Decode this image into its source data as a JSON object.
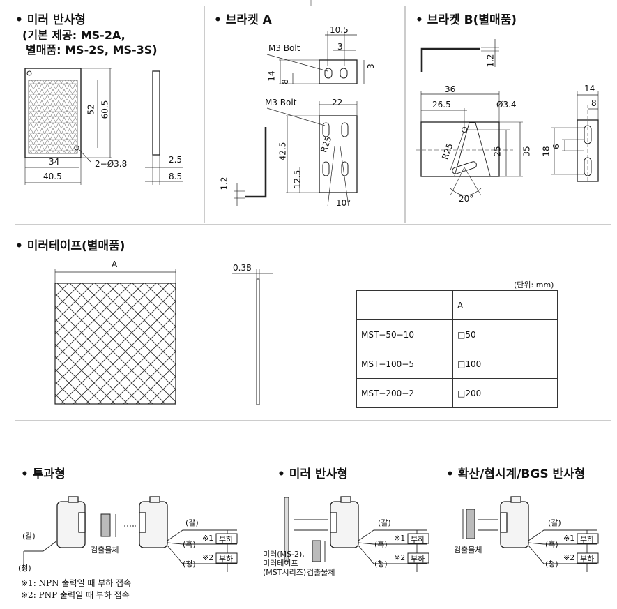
{
  "top": {
    "mirror": {
      "title": "• 미러 반사형",
      "sub1": "(기본 제공: MS-2A,",
      "sub2": "별매품: MS-2S, MS-3S)",
      "dims": {
        "w_inner": "34",
        "w_outer": "40.5",
        "h_inner": "52",
        "h_outer": "60.5",
        "hole": "2−Ø3.8",
        "t1": "2.5",
        "t2": "8.5"
      }
    },
    "bracket_a": {
      "title": "• 브라켓 A",
      "bolt1": "M3 Bolt",
      "bolt2": "M3 Bolt",
      "dims": {
        "d105": "10.5",
        "d3a": "3",
        "d3b": "3",
        "d14": "14",
        "d8": "8",
        "d22": "22",
        "d425": "42.5",
        "d125": "12.5",
        "r25": "R25",
        "d12": "1.2",
        "d10": "10°"
      }
    },
    "bracket_b": {
      "title": "• 브라켓 B(별매품)",
      "dims": {
        "d12": "1.2",
        "d36": "36",
        "d265": "26.5",
        "hole": "Ø3.4",
        "r25": "R25",
        "d25": "25",
        "d35": "35",
        "d20": "20°",
        "d14": "14",
        "d8": "8",
        "d18": "18",
        "d6": "6"
      }
    }
  },
  "tape": {
    "title": "• 미러테이프(별매품)",
    "dim_a": "A",
    "dim_t": "0.38",
    "unit": "(단위: mm)",
    "table": {
      "header": [
        "",
        "A"
      ],
      "rows": [
        [
          "MST−50−10",
          "□50"
        ],
        [
          "MST−100−5",
          "□100"
        ],
        [
          "MST−200−2",
          "□200"
        ]
      ]
    }
  },
  "wiring": {
    "through": {
      "title": "• 투과형",
      "target": "검출물체",
      "brown": "(갈)",
      "black": "(흑)",
      "blue": "(청)",
      "load": "부하",
      "n1": "※1",
      "n2": "※2"
    },
    "mirror": {
      "title": "• 미러 반사형",
      "mirror1": "미러(MS-2),",
      "mirror2": "미러테이프",
      "mirror3": "(MST시리즈)",
      "target": "검출물체",
      "brown": "(갈)",
      "black": "(흑)",
      "blue": "(청)",
      "load": "부하",
      "n1": "※1",
      "n2": "※2"
    },
    "diffuse": {
      "title": "• 확산/협시계/BGS 반사형",
      "target": "검출물체",
      "brown": "(갈)",
      "black": "(흑)",
      "blue": "(청)",
      "load": "부하",
      "n1": "※1",
      "n2": "※2"
    },
    "note1": "※1: NPN 출력일 때 부하 접속",
    "note2": "※2: PNP 출력일 때 부하 접속"
  }
}
